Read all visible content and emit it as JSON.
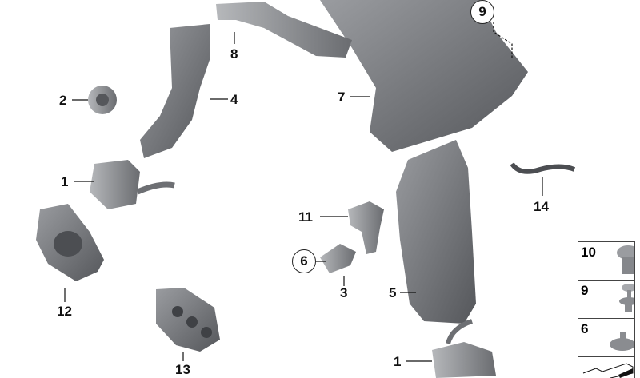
{
  "diagram": {
    "callouts": [
      {
        "id": "9-top",
        "label": "9",
        "circled": true
      },
      {
        "id": "8",
        "label": "8"
      },
      {
        "id": "2",
        "label": "2"
      },
      {
        "id": "4",
        "label": "4"
      },
      {
        "id": "7",
        "label": "7"
      },
      {
        "id": "1-left",
        "label": "1"
      },
      {
        "id": "14",
        "label": "14"
      },
      {
        "id": "11",
        "label": "11"
      },
      {
        "id": "6-mid",
        "label": "6",
        "circled": true
      },
      {
        "id": "3",
        "label": "3"
      },
      {
        "id": "5",
        "label": "5"
      },
      {
        "id": "12",
        "label": "12"
      },
      {
        "id": "13",
        "label": "13"
      },
      {
        "id": "1-bottom",
        "label": "1"
      }
    ],
    "legend": [
      {
        "label": "10",
        "icon": "clip-nut-icon"
      },
      {
        "label": "9",
        "icon": "push-rivet-icon"
      },
      {
        "label": "6",
        "icon": "grommet-icon"
      },
      {
        "label": "",
        "icon": "wedge-profile-icon"
      }
    ]
  },
  "colors": {
    "part": "#6d6f73",
    "part_light": "#a7a9ad",
    "line": "#111111"
  }
}
